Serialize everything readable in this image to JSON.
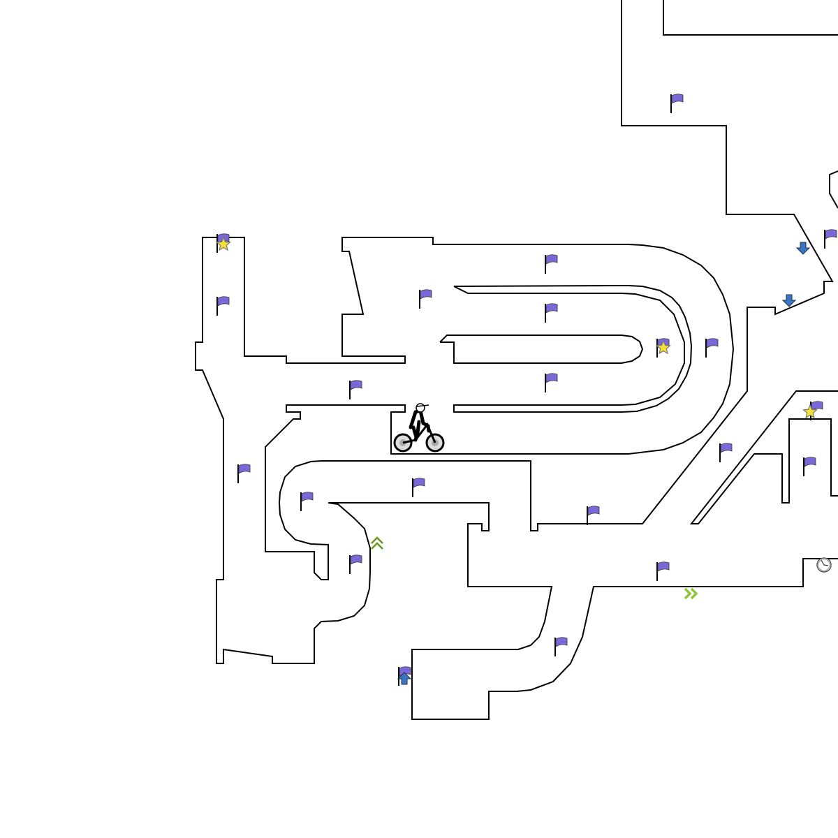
{
  "game": {
    "type": "free-rider track",
    "colors": {
      "track": "#000000",
      "background": "#ffffff",
      "checkpoint_flag": "#7b68d8",
      "goal_star": "#f5e035",
      "gravity_arrow": "#3a74c4",
      "boost": "#8cc63f",
      "slow_mo_clock": "#ffffff"
    },
    "icons": {
      "checkpoint": "flag-icon",
      "goal": "star-icon",
      "gravity": "arrow-icon",
      "boost": "chevron-icon",
      "slow_mo": "clock-icon",
      "rider": "bmx-rider-icon"
    },
    "counts": {
      "checkpoints": 22,
      "goals": 3,
      "gravity": 3,
      "boosts": 2,
      "slow_mo": 1
    }
  }
}
